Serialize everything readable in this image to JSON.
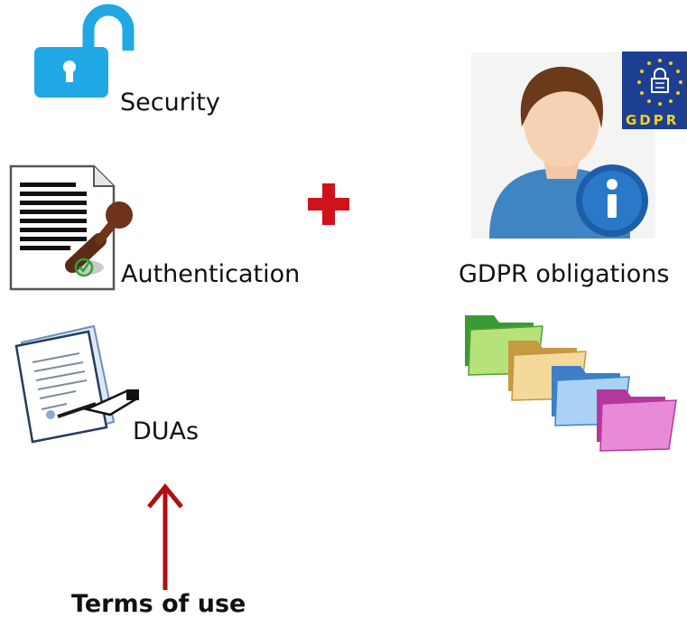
{
  "left_column": {
    "security_label": "Security",
    "authentication_label": "Authentication",
    "duas_label": "DUAs"
  },
  "right_column": {
    "gdpr_obligations_label": "GDPR obligations",
    "gdpr_badge_text": "GDPR"
  },
  "bottom": {
    "terms_label": "Terms of use"
  },
  "icons": {
    "security": "open-padlock-icon",
    "authentication": "signed-document-stamp-icon",
    "duas": "signing-contract-icon",
    "combine": "plus-icon",
    "gdpr_person": "user-info-icon",
    "gdpr_badge": "gdpr-eu-badge-icon",
    "folders": "colored-folders-icon",
    "arrow": "up-arrow-icon"
  },
  "colors": {
    "plus": "#d0121b",
    "arrow": "#b20e10",
    "lock": "#1fa8e4",
    "eu_blue": "#1c3f94",
    "eu_star": "#f5cf1c"
  }
}
